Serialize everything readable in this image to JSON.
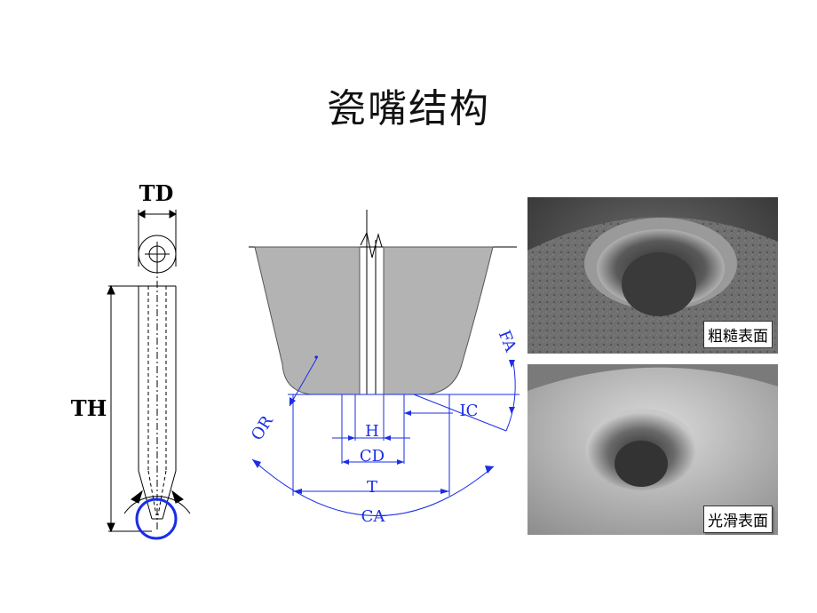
{
  "slide": {
    "title": "瓷嘴结构"
  },
  "capillary_side_view": {
    "labels": {
      "tip_diameter": "TD",
      "tube_height": "TH"
    }
  },
  "tip_cross_section": {
    "labels": {
      "outer_radius": "OR",
      "hole_diameter": "H",
      "chamfer_diameter": "CD",
      "tip_width": "T",
      "chamfer_angle": "CA",
      "inner_chamfer": "IC",
      "face_angle": "FA"
    },
    "colors": {
      "dimension_lines": "#1a2ee6",
      "body_fill": "#b3b3b3"
    }
  },
  "sem_images": [
    {
      "caption": "粗糙表面"
    },
    {
      "caption": "光滑表面"
    }
  ]
}
